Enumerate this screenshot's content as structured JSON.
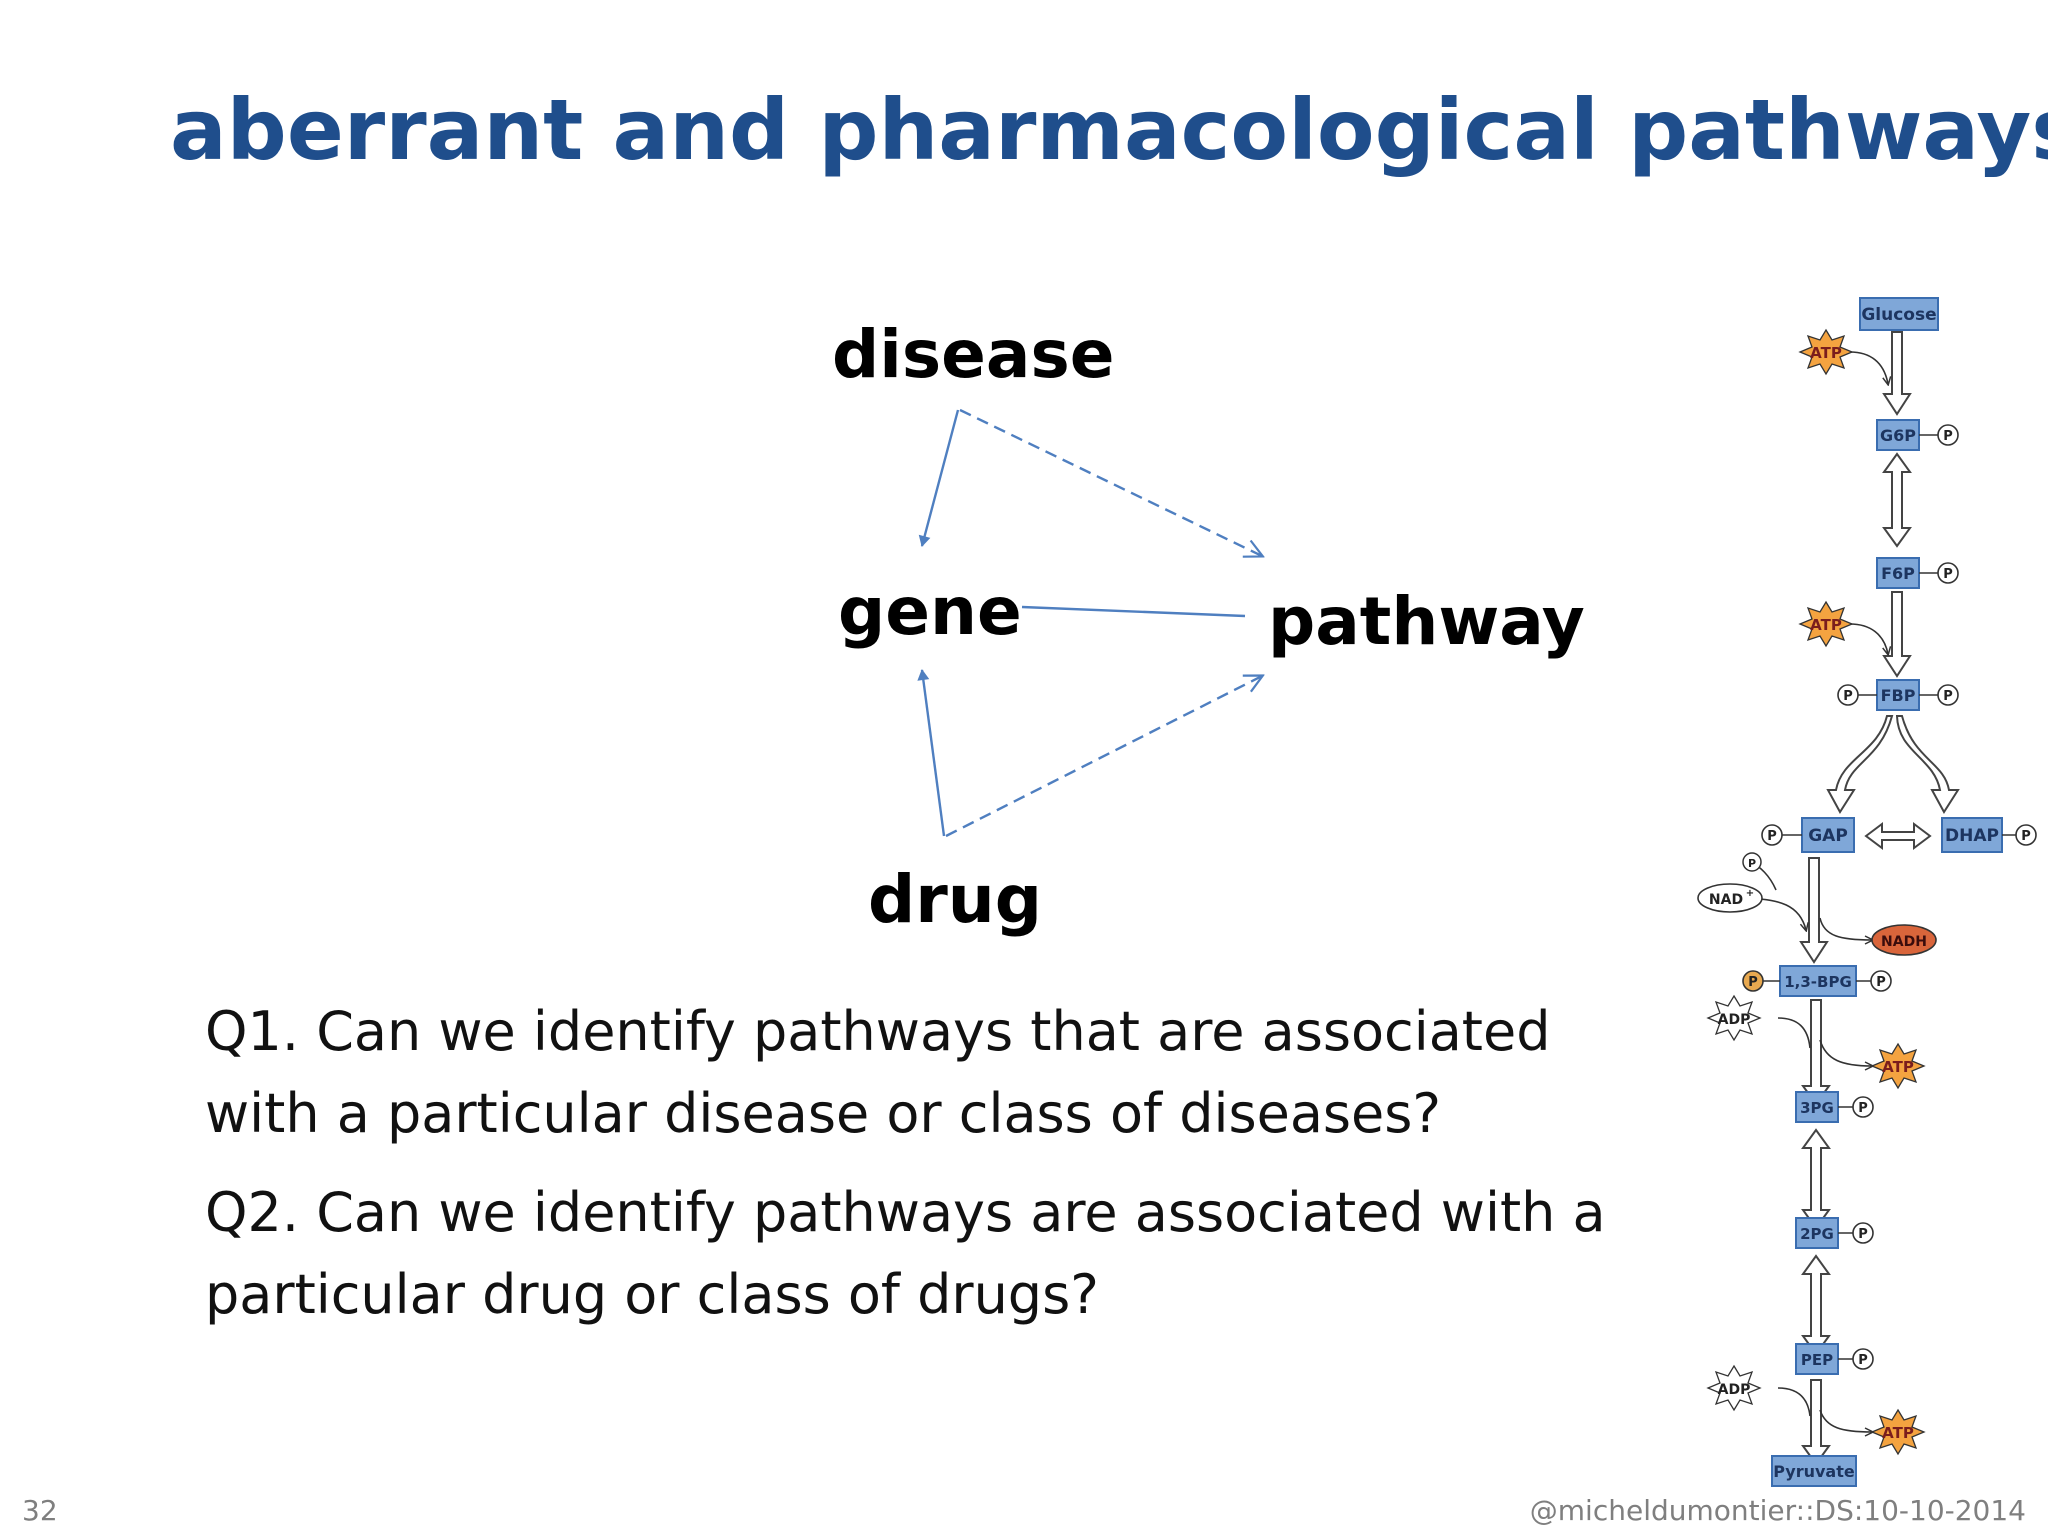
{
  "slide": {
    "title": "aberrant and pharmacological pathways",
    "page_number": "32",
    "footer": "@micheldumontier::DS:10-10-2014"
  },
  "diagram": {
    "nodes": {
      "disease": "disease",
      "gene": "gene",
      "pathway": "pathway",
      "drug": "drug"
    },
    "edge_color": "#4f7fc0"
  },
  "questions": {
    "q1": "Q1. Can we identify pathways that are associated with a particular disease or class of diseases?",
    "q2": "Q2. Can we identify pathways are associated with a particular drug or class of drugs?"
  },
  "glycolysis": {
    "metabolites": {
      "glucose": "Glucose",
      "g6p": "G6P",
      "f6p": "F6P",
      "fbp": "FBP",
      "gap": "GAP",
      "dhap": "DHAP",
      "bpg": "1,3-BPG",
      "pg3": "3PG",
      "pg2": "2PG",
      "pep": "PEP",
      "pyruvate": "Pyruvate"
    },
    "cofactors": {
      "atp": "ATP",
      "adp": "ADP",
      "nad": "NAD",
      "nad_sup": "+",
      "nadh": "NADH",
      "phosphate": "P"
    },
    "colors": {
      "box_fill": "#7fa7d8",
      "box_stroke": "#3a6db0",
      "atp_fill": "#f4a340",
      "nadh_fill": "#d9653b"
    }
  }
}
